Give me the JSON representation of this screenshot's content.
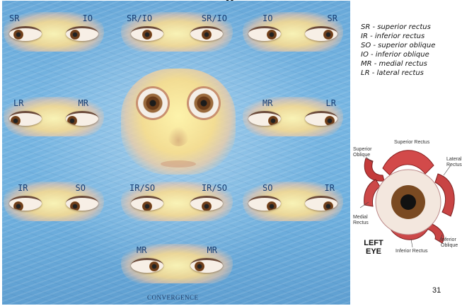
{
  "title": "y",
  "illustration": {
    "pairs": [
      {
        "left_label": "SR",
        "right_label": "IO"
      },
      {
        "left_label": "SR/IO",
        "right_label": "SR/IO"
      },
      {
        "left_label": "IO",
        "right_label": "SR"
      },
      {
        "left_label": "LR",
        "right_label": "MR"
      },
      {
        "left_label": "MR",
        "right_label": "LR"
      },
      {
        "left_label": "IR",
        "right_label": "SO"
      },
      {
        "left_label": "IR/SO",
        "right_label": "IR/SO"
      },
      {
        "left_label": "SO",
        "right_label": "IR"
      },
      {
        "left_label": "MR",
        "right_label": "MR"
      }
    ],
    "convergence": "CONVERGENCE"
  },
  "legend": [
    "SR - superior rectus",
    "IR - inferior rectus",
    "SO - superior oblique",
    "IO - inferior oblique",
    "MR - medial rectus",
    "LR - lateral rectus"
  ],
  "anatomy": {
    "superior_oblique": "Superior Oblique",
    "superior_rectus": "Superior Rectus",
    "lateral_rectus": "Lateral Rectus",
    "medial_rectus": "Medial Rectus",
    "inferior_oblique": "Inferior Oblique",
    "inferior_rectus": "Inferior Rectus",
    "left_eye": "LEFT EYE"
  },
  "slide_number": "31"
}
